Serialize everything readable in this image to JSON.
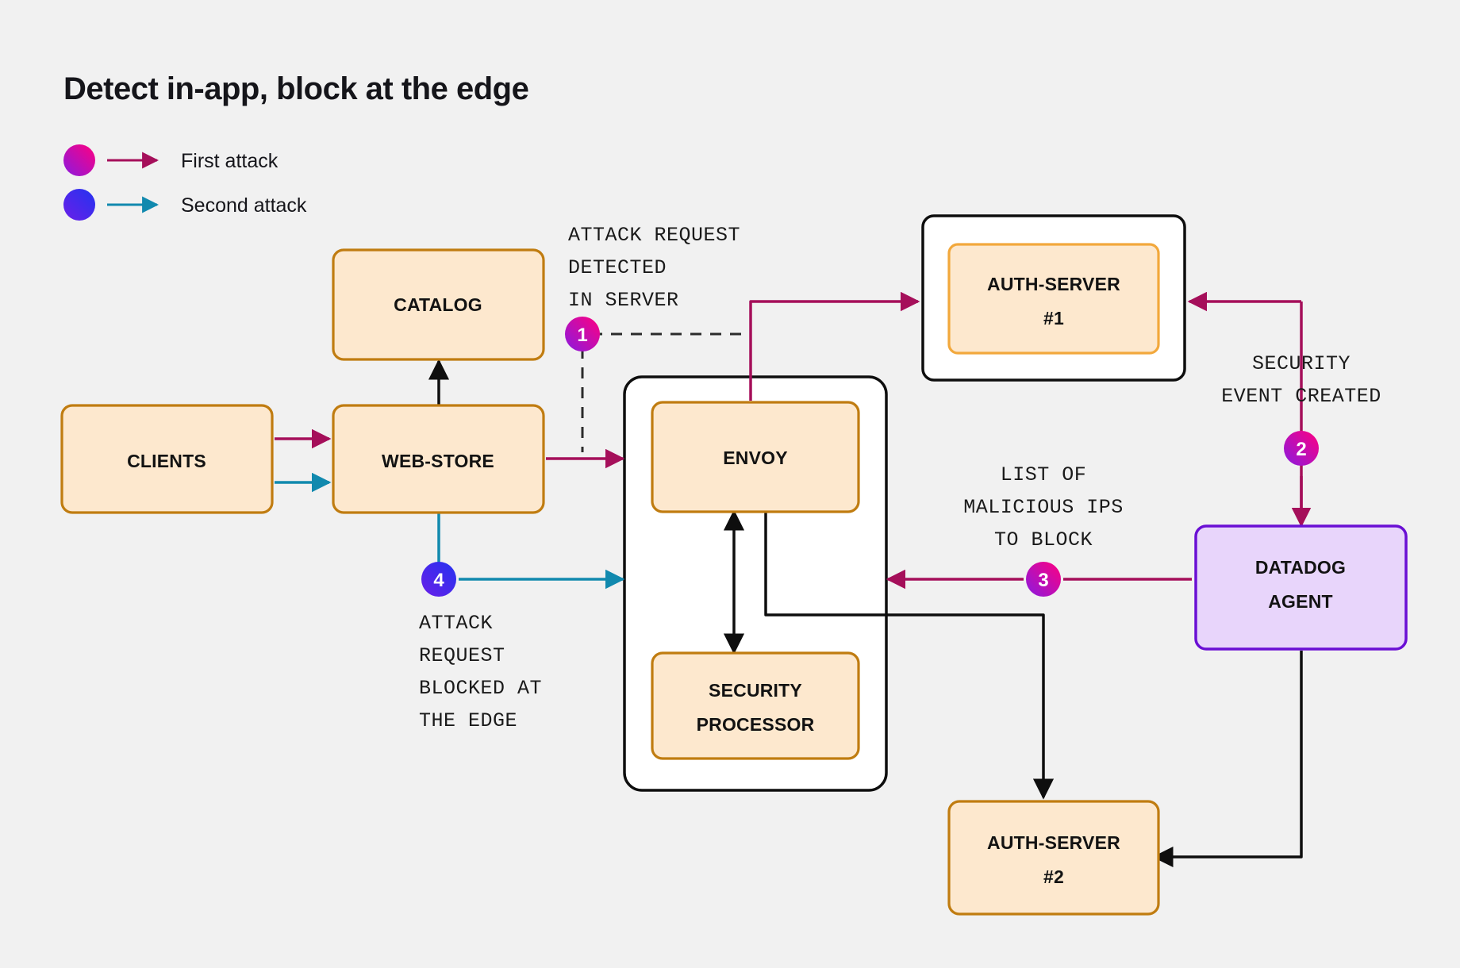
{
  "page": {
    "title": "Detect in-app, block at the edge",
    "background_color": "#f1f1f1"
  },
  "legend": {
    "items": [
      {
        "label": "First attack",
        "dot_from": "#ff0080",
        "dot_to": "#8a1ae0",
        "arrow_color": "#a50f5a"
      },
      {
        "label": "Second attack",
        "dot_from": "#3b2bf5",
        "dot_to": "#5a1fe0",
        "arrow_color": "#1189ae"
      }
    ]
  },
  "colors": {
    "node_fill": "#fde8ce",
    "node_border": "#c07c10",
    "node_border_light": "#f2a83c",
    "datadog_fill": "#e8d5fb",
    "datadog_border": "#6a0fd4",
    "container_fill": "#ffffff",
    "container_border": "#0e0e0e",
    "first_attack": "#a50f5a",
    "second_attack": "#1189ae",
    "plain_line": "#0e0e0e"
  },
  "nodes": [
    {
      "id": "clients",
      "label": "CLIENTS",
      "type": "service"
    },
    {
      "id": "catalog",
      "label": "CATALOG",
      "type": "service"
    },
    {
      "id": "web-store",
      "label": "WEB-STORE",
      "type": "service"
    },
    {
      "id": "envoy",
      "label": "ENVOY",
      "type": "service"
    },
    {
      "id": "security-processor",
      "label_line1": "SECURITY",
      "label_line2": "PROCESSOR",
      "type": "service"
    },
    {
      "id": "auth-server-1",
      "label_line1": "AUTH-SERVER",
      "label_line2": "#1",
      "type": "service-in-container"
    },
    {
      "id": "auth-server-2",
      "label_line1": "AUTH-SERVER",
      "label_line2": "#2",
      "type": "service"
    },
    {
      "id": "datadog-agent",
      "label_line1": "DATADOG",
      "label_line2": "AGENT",
      "type": "agent"
    }
  ],
  "annotations": [
    {
      "id": "attack-detected",
      "lines": [
        "ATTACK REQUEST",
        "DETECTED",
        "IN SERVER"
      ],
      "badge": "1",
      "badge_from": "#ff0080",
      "badge_to": "#8a1ae0"
    },
    {
      "id": "security-event-created",
      "lines": [
        "SECURITY",
        "EVENT CREATED"
      ],
      "badge": "2",
      "badge_from": "#ff0080",
      "badge_to": "#8a1ae0"
    },
    {
      "id": "malicious-ip-list",
      "lines": [
        "LIST OF",
        "MALICIOUS IPS",
        "TO BLOCK"
      ],
      "badge": "3",
      "badge_from": "#ff0080",
      "badge_to": "#8a1ae0"
    },
    {
      "id": "attack-blocked",
      "lines": [
        "ATTACK",
        "REQUEST",
        "BLOCKED AT",
        "THE EDGE"
      ],
      "badge": "4",
      "badge_from": "#3b2bf5",
      "badge_to": "#5a1fe0"
    }
  ]
}
